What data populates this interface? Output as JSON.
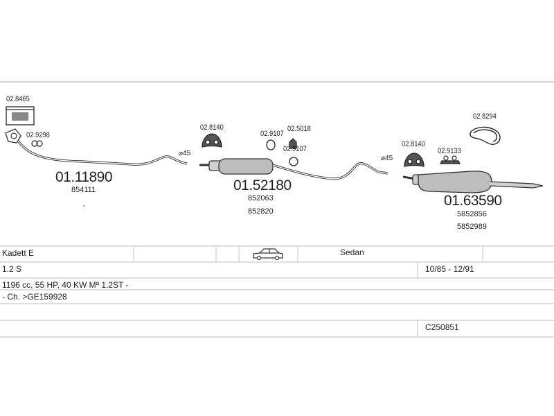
{
  "parts": {
    "box_ref": "02.8465",
    "clamp_ref_1": "02.9298",
    "front_pipe_part": "01.11890",
    "front_pipe_oem": "854111",
    "diameter_1": "⌀45",
    "hanger_ref_1": "02.8140",
    "hanger_ref_2": "02.9107",
    "hanger_ref_3": "02.5018",
    "hanger_ref_4": "02.9107",
    "middle_part": "01.52180",
    "middle_oem_1": "852063",
    "middle_oem_2": "852820",
    "diameter_2": "⌀45",
    "hanger_ref_5": "02.8140",
    "clamp_ref_2": "02.9133",
    "ring_ref": "02.8294",
    "rear_part": "01.63590",
    "rear_oem_1": "5852856",
    "rear_oem_2": "5852989"
  },
  "vehicle": {
    "model": "Kadett  E",
    "body": "Sedan",
    "engine": "1.2 S",
    "years": "10/85 - 12/91",
    "spec": "1196 cc, 55 HP, 40 KW Mª 1.2ST -",
    "chassis": "- Ch. >GE159928",
    "code": "C250851"
  },
  "icons": {
    "car": "sedan-car-icon",
    "box": "product-box-icon",
    "hanger": "rubber-hanger-icon",
    "clamp": "pipe-clamp-icon",
    "ring": "sealing-ring-icon"
  }
}
